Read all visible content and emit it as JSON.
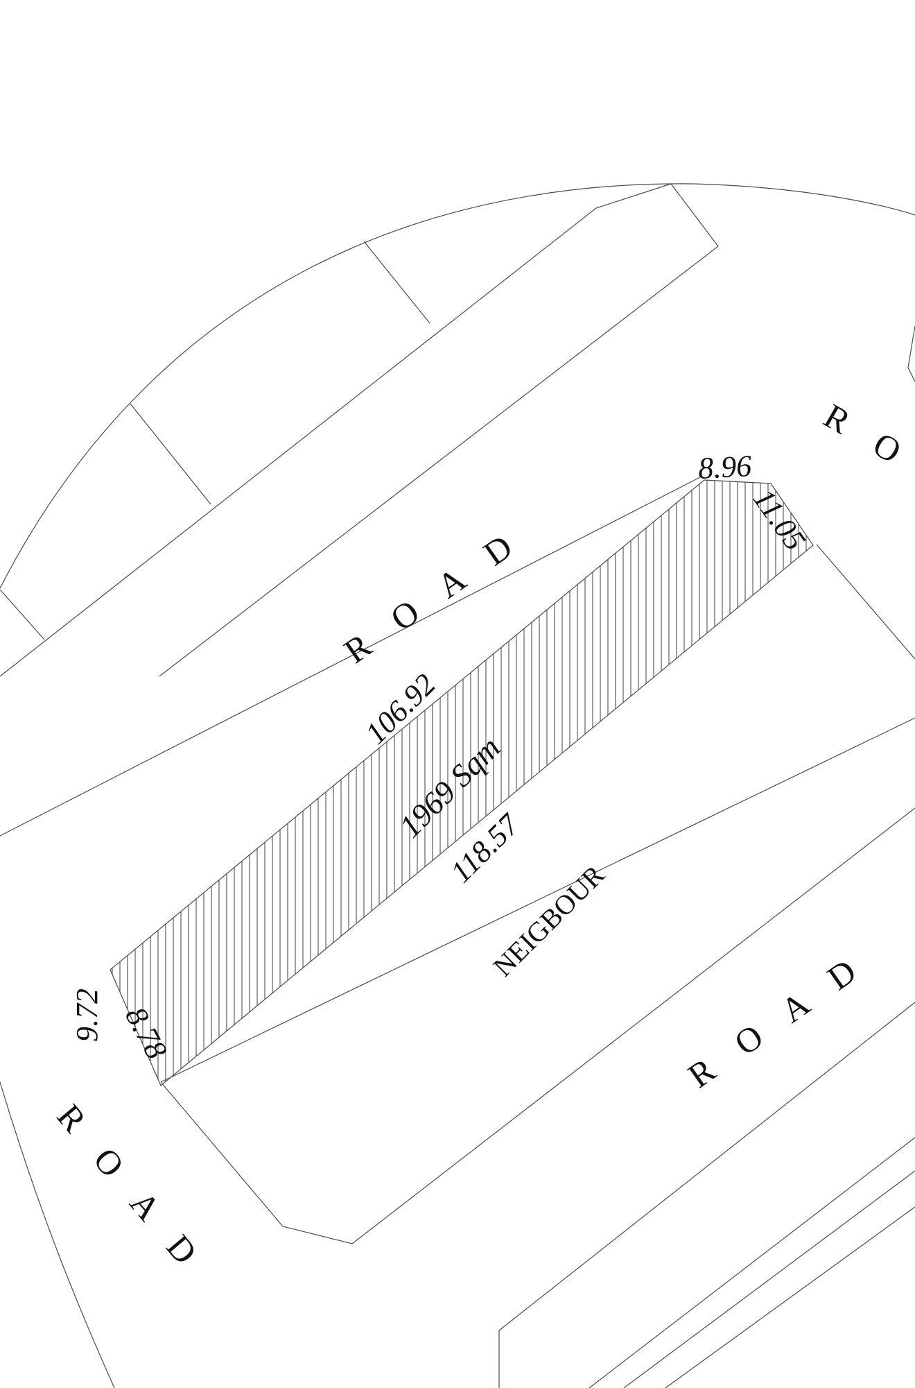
{
  "plan": {
    "plot": {
      "area_label": "1969 Sqm",
      "dimensions": {
        "top_short": "8.96",
        "right_short": "11.05",
        "long_north": "106.92",
        "long_south": "118.57",
        "left_outer": "9.72",
        "left_inner": "8.78"
      }
    },
    "labels": {
      "road_north": "R O A D",
      "road_east": "R O A D",
      "road_south": "R O A D",
      "road_west": "R O A D",
      "neighbour": "NEIGBOUR"
    }
  }
}
